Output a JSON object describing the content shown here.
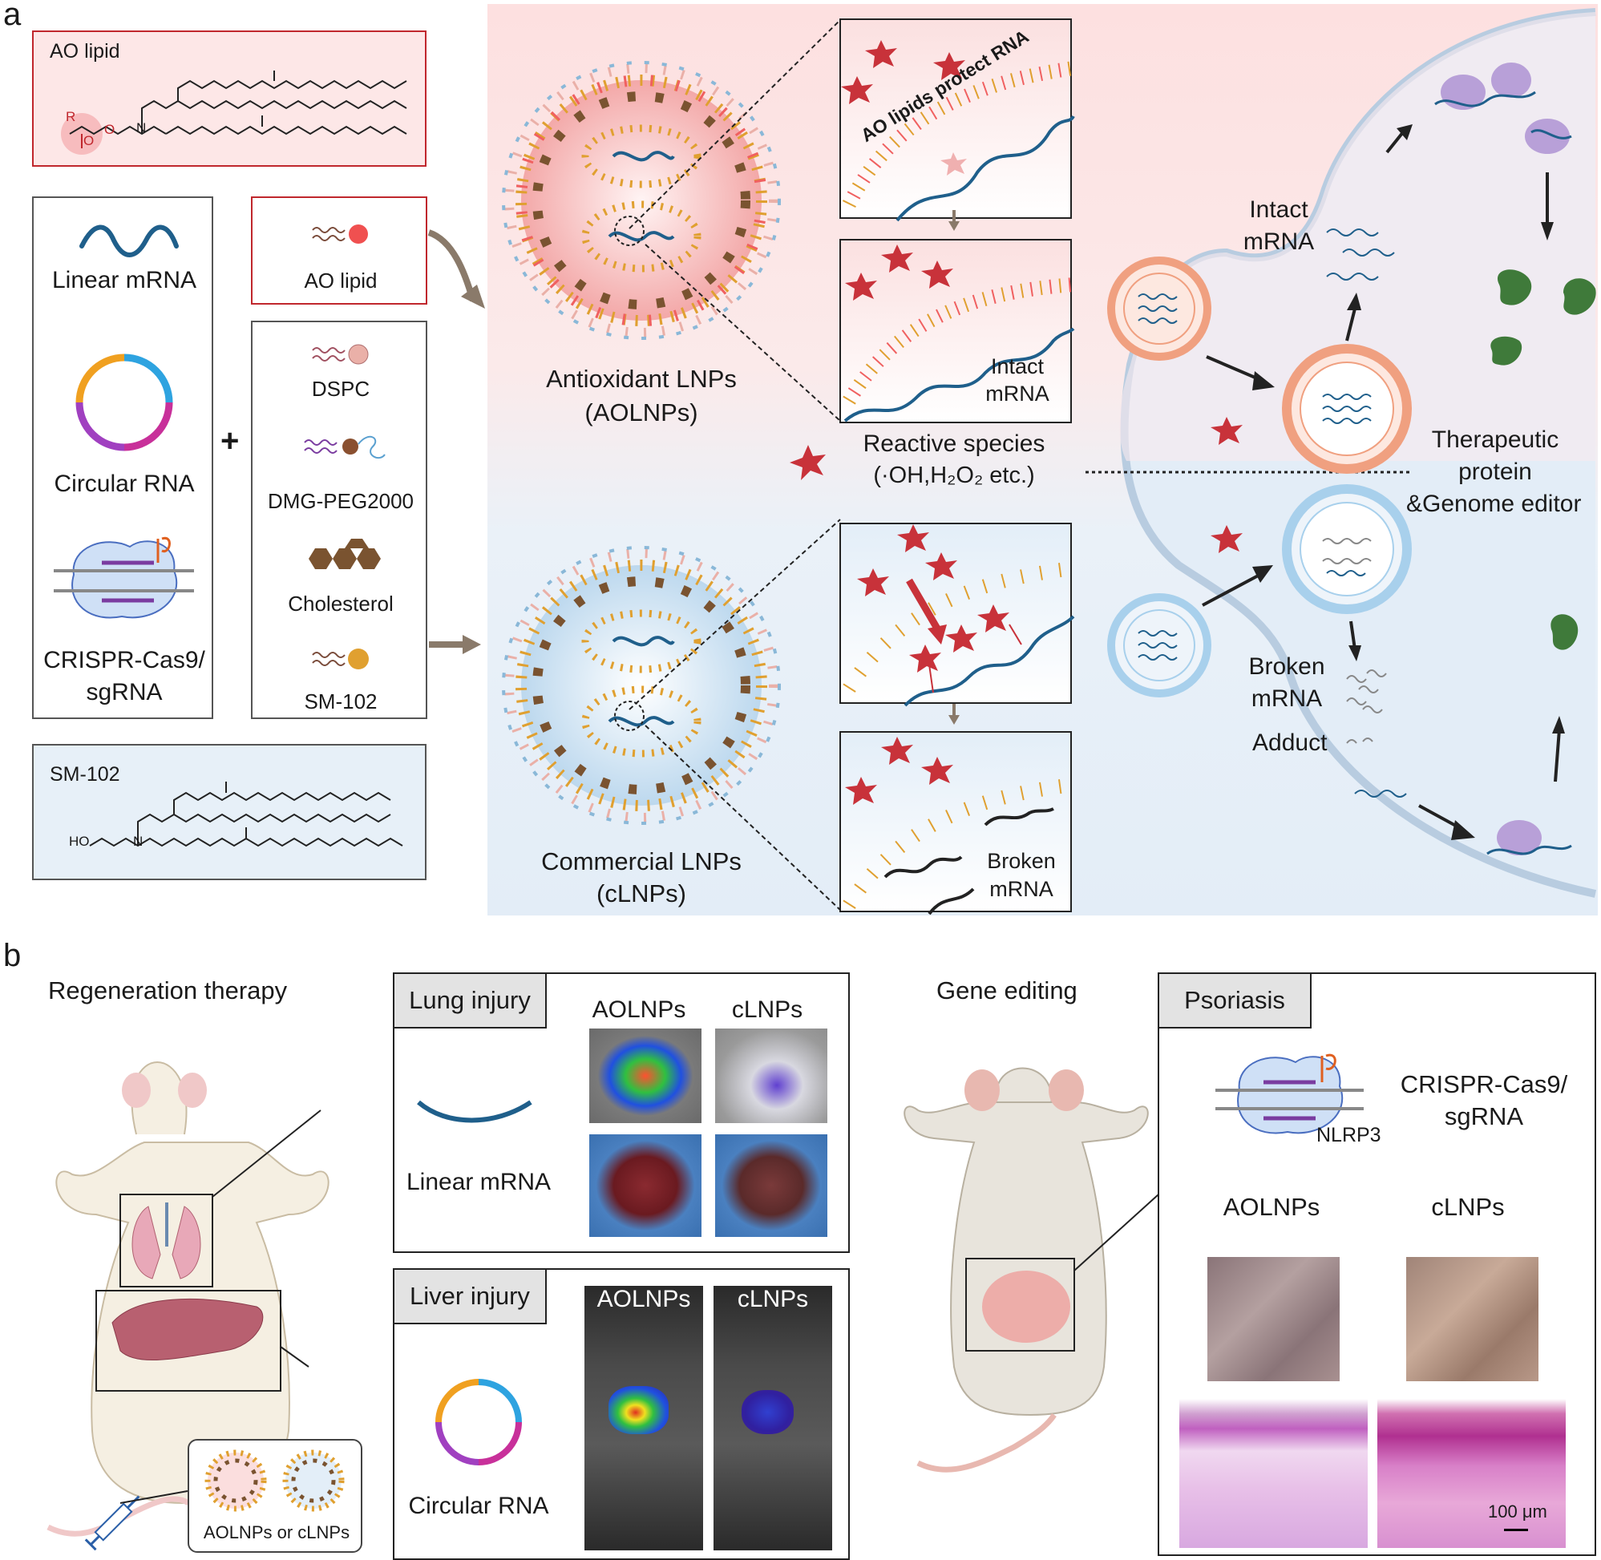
{
  "panels": {
    "a": "a",
    "b": "b"
  },
  "panel_a": {
    "ao_lipid_structure_title": "AO lipid",
    "ao_lipid_r_group": "R",
    "ao_lipid_o1": "O",
    "ao_lipid_o2": "O",
    "ao_lipid_n": "N",
    "cargo": {
      "linear_mrna": "Linear mRNA",
      "circular_rna": "Circular RNA",
      "crispr_line1": "CRISPR-Cas9/",
      "crispr_line2": "sgRNA"
    },
    "plus": "+",
    "ao_lipid_component": "AO lipid",
    "components": {
      "dspc": "DSPC",
      "peg": "DMG-PEG2000",
      "cholesterol": "Cholesterol",
      "sm102": "SM-102"
    },
    "sm102_structure_title": "SM-102",
    "sm102_ho": "HO",
    "sm102_n": "N",
    "aolnp_line1": "Antioxidant LNPs",
    "aolnp_line2": "(AOLNPs)",
    "clnp_line1": "Commercial LNPs",
    "clnp_line2": "(cLNPs)",
    "zoom_protect_text": "AO lipids protect RNA",
    "zoom_intact_line1": "Intact",
    "zoom_intact_line2": "mRNA",
    "zoom_broken_line1": "Broken",
    "zoom_broken_line2": "mRNA",
    "reactive_line1": "Reactive species",
    "reactive_line2": "(·OH,H₂O₂ etc.)",
    "cell_intact_line1": "Intact",
    "cell_intact_line2": "mRNA",
    "therapeutic_line1": "Therapeutic",
    "therapeutic_line2": "protein",
    "therapeutic_line3": "&Genome editor",
    "cell_broken_line1": "Broken",
    "cell_broken_line2": "mRNA",
    "adduct": "Adduct"
  },
  "panel_b": {
    "regeneration_title": "Regeneration therapy",
    "lung_tab": "Lung injury",
    "lung_col1": "AOLNPs",
    "lung_col2": "cLNPs",
    "lung_cargo": "Linear mRNA",
    "liver_tab": "Liver injury",
    "liver_col1": "AOLNPs",
    "liver_col2": "cLNPs",
    "liver_cargo": "Circular RNA",
    "syringe_caption": "AOLNPs or cLNPs",
    "gene_editing_title": "Gene editing",
    "psoriasis_tab": "Psoriasis",
    "crispr_line1": "CRISPR-Cas9/",
    "crispr_line2": "sgRNA",
    "nlrp3": "NLRP3",
    "psor_col1": "AOLNPs",
    "psor_col2": "cLNPs",
    "scale_bar": "100 μm"
  },
  "colors": {
    "ao_red": "#c0272d",
    "pink_bg": "#fbe3e3",
    "blue_bg": "#e7f0f8",
    "sm102_orange": "#e0a030",
    "ao_head": "#f06060",
    "cholesterol_brown": "#7a5330",
    "mrna_blue": "#1f5f8b",
    "reactive_red": "#c8323a",
    "protein_purple": "#b8a0d8",
    "protein_green": "#3f7a3a"
  }
}
